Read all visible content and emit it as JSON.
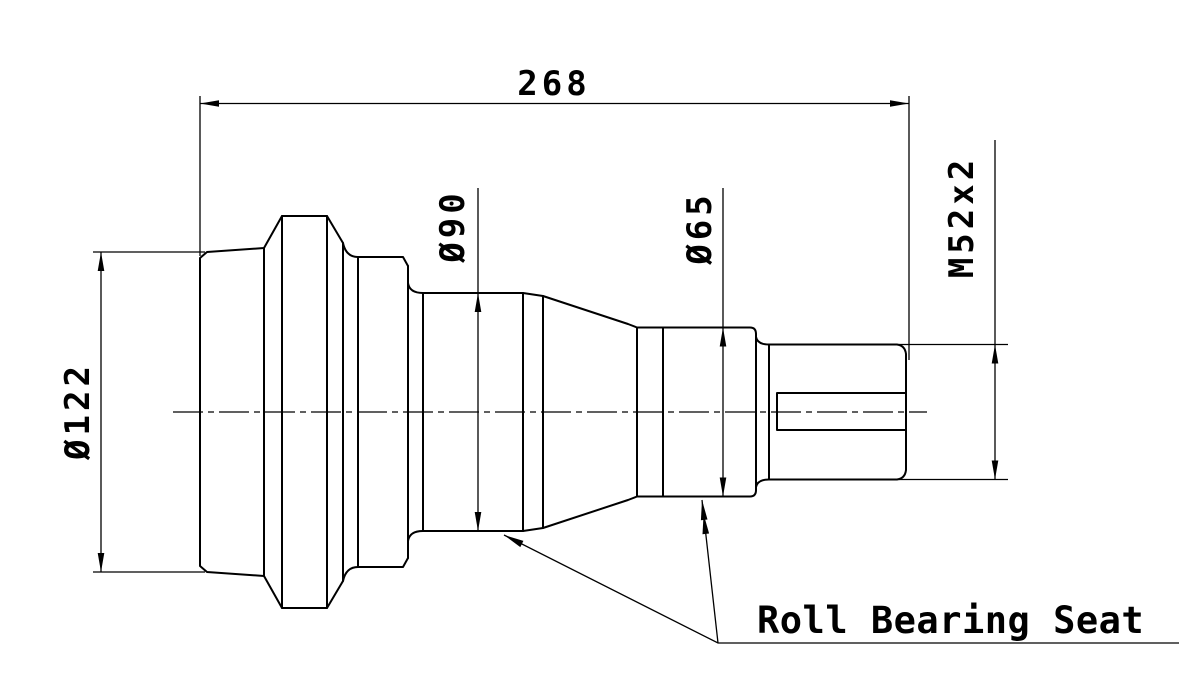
{
  "drawing": {
    "colors": {
      "background": "#ffffff",
      "line": "#000000"
    },
    "dimensions": {
      "overall_length": {
        "label": "268",
        "value": 268,
        "type": "length"
      },
      "dia_122": {
        "label": "Ø122",
        "value": 122,
        "type": "diameter"
      },
      "dia_90": {
        "label": "Ø90",
        "value": 90,
        "type": "diameter"
      },
      "dia_65": {
        "label": "Ø65",
        "value": 65,
        "type": "diameter"
      },
      "thread": {
        "label": "M52x2",
        "type": "thread"
      }
    },
    "annotations": {
      "roll_bearing_seat": {
        "label": "Roll Bearing Seat"
      }
    }
  }
}
